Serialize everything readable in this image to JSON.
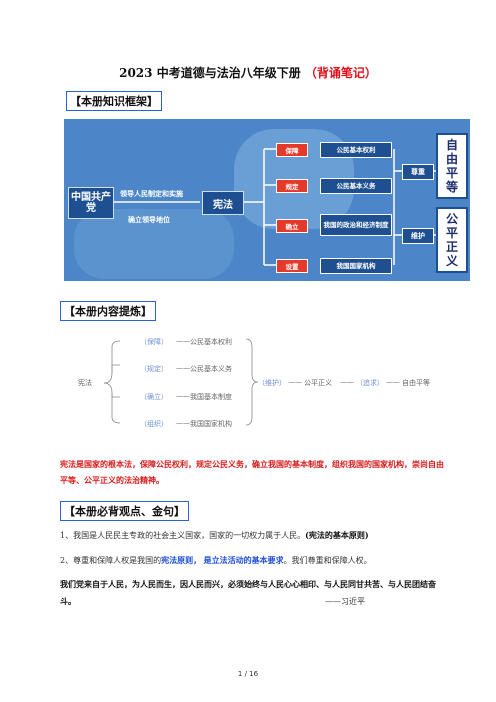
{
  "title": {
    "year": "2023",
    "main": "中考道德与法治八年级下册",
    "suffix": "（背诵笔记）"
  },
  "sections": {
    "framework": "【本册知识框架】",
    "content": "【本册内容提炼】",
    "key_points": "【本册必背观点、金句】"
  },
  "framework_diagram": {
    "left_box": "中国共产党",
    "link_top": "领导人民制定和实施",
    "link_bottom": "确立领导地位",
    "center_box": "宪法",
    "rows": [
      {
        "tag": "保障",
        "item": "公民基本权利"
      },
      {
        "tag": "规定",
        "item": "公民基本义务"
      },
      {
        "tag": "确立",
        "item": "我国的政治和经济制度"
      },
      {
        "tag": "设置",
        "item": "我国国家机构"
      }
    ],
    "right_top": "尊重",
    "right_bottom": "维护",
    "col1": [
      "自",
      "由",
      "平",
      "等"
    ],
    "col2": [
      "公",
      "平",
      "正",
      "义"
    ]
  },
  "content_diagram": {
    "root": "宪法",
    "rows": [
      {
        "tag": "（保障）",
        "item": "公民基本权利"
      },
      {
        "tag": "（规定）",
        "item": "公民基本义务"
      },
      {
        "tag": "（确立）",
        "item": "我国基本制度"
      },
      {
        "tag": "（组织）",
        "item": "我国国家机构"
      }
    ],
    "tail": [
      "（维护）",
      "公平正义",
      "（追求）",
      "自由平等"
    ]
  },
  "summary": "宪法是国家的根本法，保障公民权利，规定公民义务，确立我国的基本制度，组织我国的国家机构，崇尚自由平等、公平正义的法治精神。",
  "point1": {
    "text": "1、我国是人民民主专政的社会主义国家，国家的一切权力属于人民。",
    "bold": "(宪法的基本原则)"
  },
  "point2": {
    "a": "2、尊重和保障人权是我国的",
    "b": "宪法原则，",
    "c": "是立法活动的基本要求",
    "d": "。我们尊重和保障人权。"
  },
  "quote": {
    "text": "我们党来自于人民，为人民而生，因人民而兴，必须始终与人民心心相印、与人民同甘共苦、与人民团结奋斗。",
    "author": "——习近平"
  },
  "pager": "1 / 16"
}
